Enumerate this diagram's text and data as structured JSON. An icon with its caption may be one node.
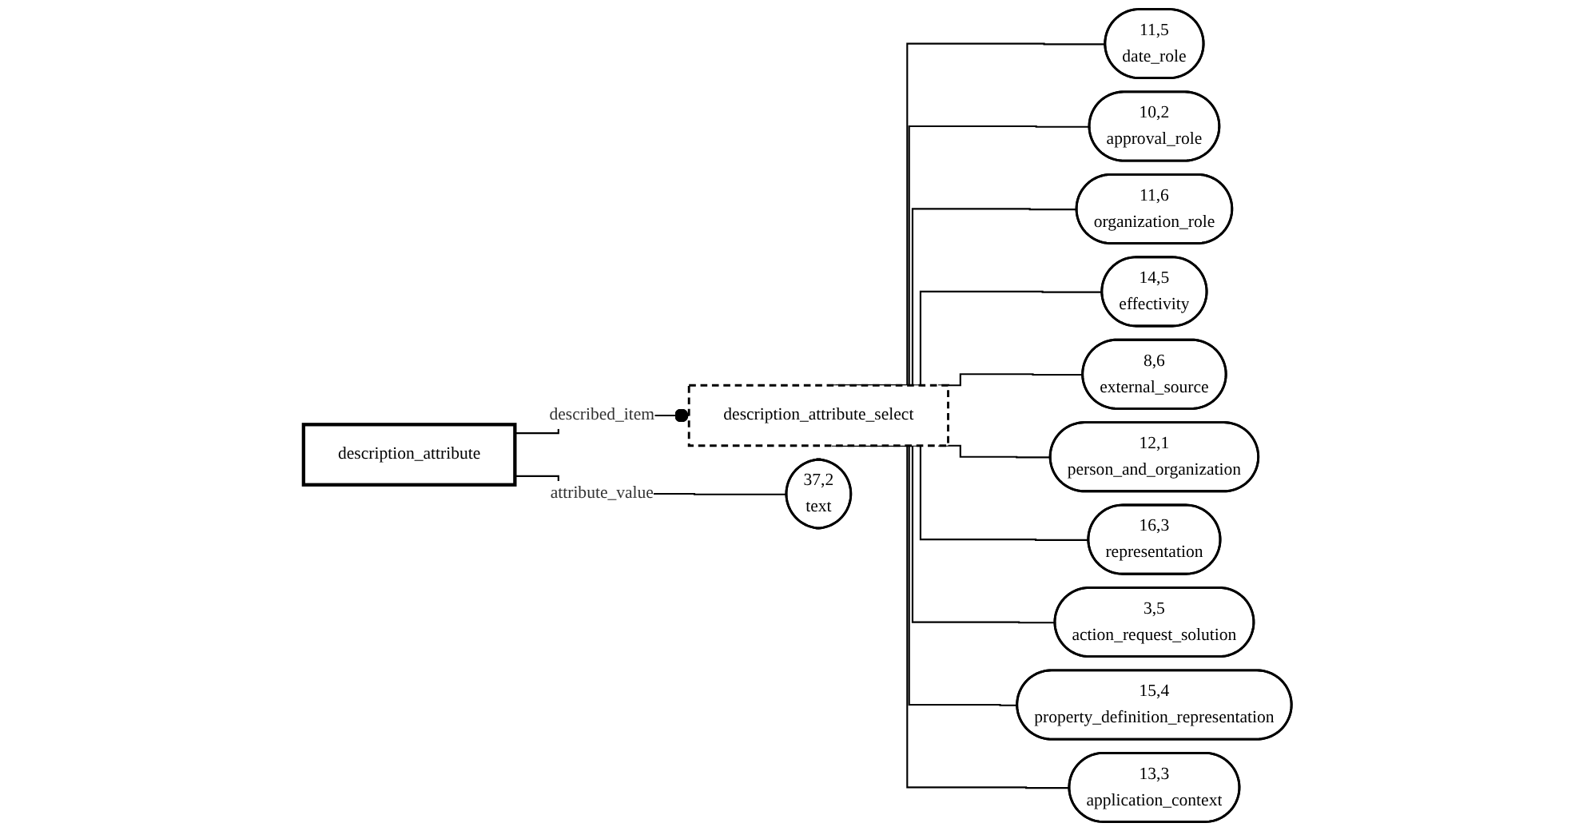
{
  "diagram": {
    "nodes": [
      {
        "text": [
          "description_attribute"
        ]
      },
      {
        "text": [
          "description_attribute_select"
        ]
      },
      {
        "text": [
          "37,2",
          "text"
        ]
      },
      {
        "text": [
          "11,5",
          "date_role"
        ]
      },
      {
        "text": [
          "10,2",
          "approval_role"
        ]
      },
      {
        "text": [
          "11,6",
          "organization_role"
        ]
      },
      {
        "text": [
          "14,5",
          "effectivity"
        ]
      },
      {
        "text": [
          "8,6",
          "external_source"
        ]
      },
      {
        "text": [
          "12,1",
          "person_and_organization"
        ]
      },
      {
        "text": [
          "16,3",
          "representation"
        ]
      },
      {
        "text": [
          "3,5",
          "action_request_solution"
        ]
      },
      {
        "text": [
          "15,4",
          "property_definition_representation"
        ]
      },
      {
        "text": [
          "13,3",
          "application_context"
        ]
      }
    ],
    "edges": [
      {
        "from": 0,
        "to": 1,
        "arrow": "other",
        "label": "described_item"
      },
      {
        "from": 0,
        "to": 2,
        "arrow": "none",
        "label": "attribute_value"
      },
      {
        "from": 1,
        "to": 3,
        "arrow": "none"
      },
      {
        "from": 1,
        "to": 4,
        "arrow": "none"
      },
      {
        "from": 1,
        "to": 5,
        "arrow": "none"
      },
      {
        "from": 1,
        "to": 6,
        "arrow": "none"
      },
      {
        "from": 1,
        "to": 7,
        "arrow": "none"
      },
      {
        "from": 1,
        "to": 8,
        "arrow": "none"
      },
      {
        "from": 1,
        "to": 9,
        "arrow": "none"
      },
      {
        "from": 1,
        "to": 10,
        "arrow": "none"
      },
      {
        "from": 1,
        "to": 11,
        "arrow": "none"
      },
      {
        "from": 1,
        "to": 12,
        "arrow": "none"
      }
    ]
  }
}
